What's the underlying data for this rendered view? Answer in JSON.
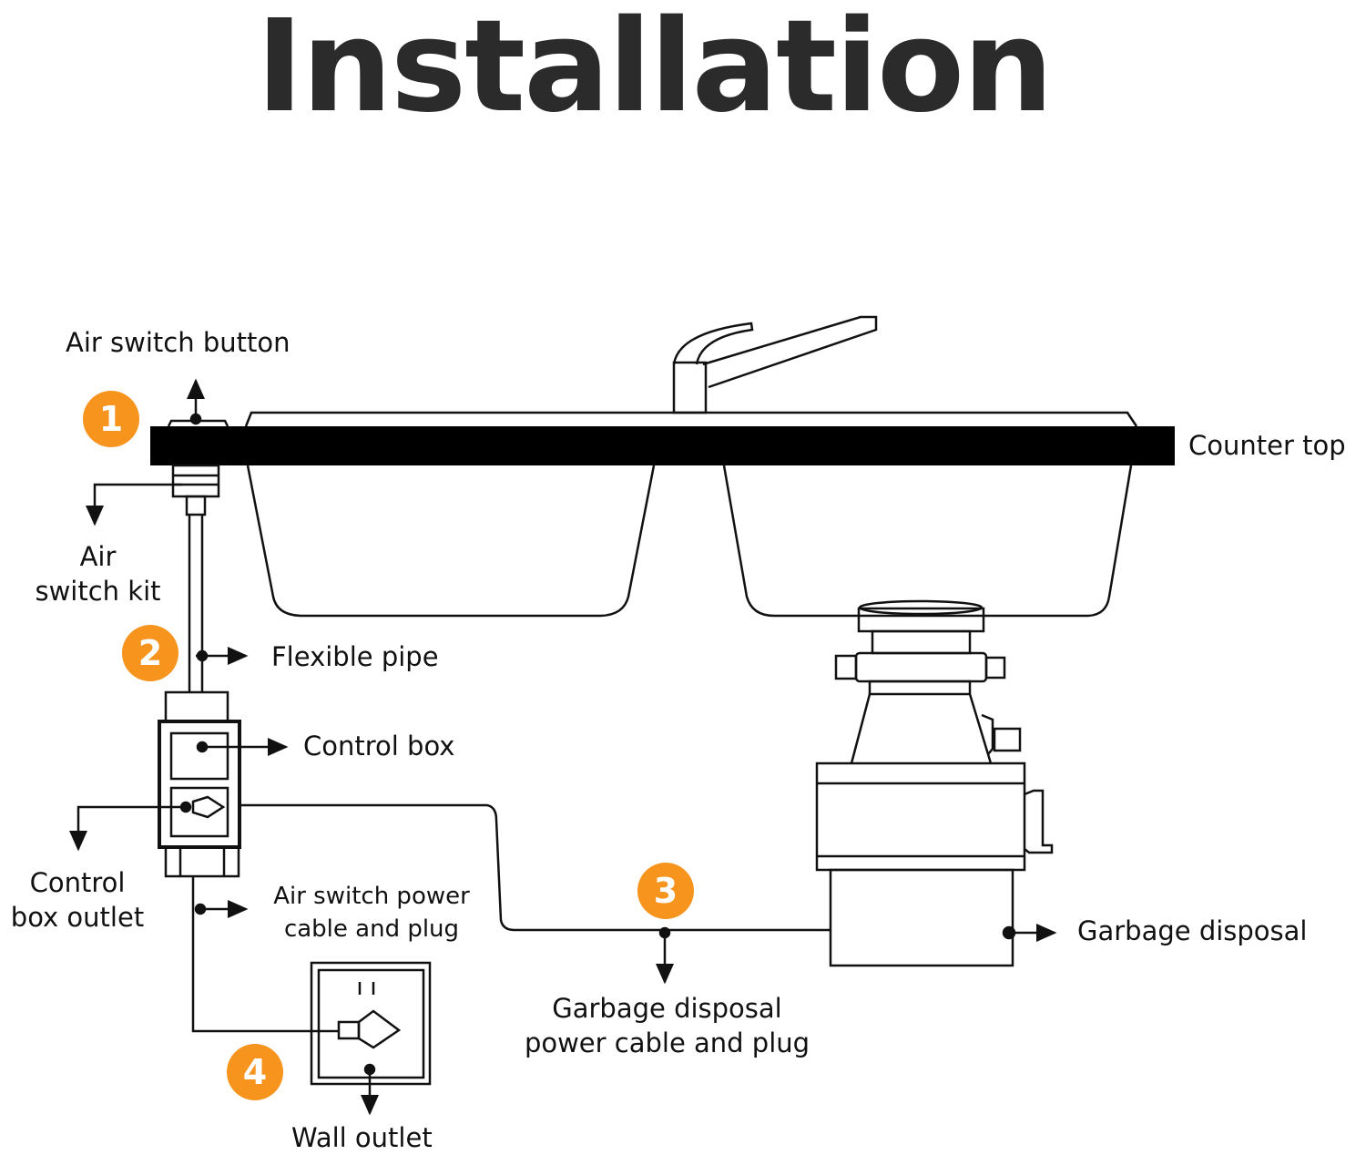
{
  "title": "Installation",
  "colors": {
    "badge": "#f7941d",
    "title": "#2b2b2b",
    "line": "#111111"
  },
  "steps": [
    "1",
    "2",
    "3",
    "4"
  ],
  "labels": {
    "air_switch_button": "Air switch button",
    "counter_top": "Counter top",
    "air_switch_kit_1": "Air",
    "air_switch_kit_2": "switch kit",
    "flexible_pipe": "Flexible pipe",
    "control_box": "Control box",
    "control_box_outlet_1": "Control",
    "control_box_outlet_2": "box outlet",
    "air_switch_power_1": "Air switch power",
    "air_switch_power_2": "cable and plug",
    "garbage_disposal": "Garbage disposal",
    "gd_power_1": "Garbage disposal",
    "gd_power_2": "power cable and plug",
    "wall_outlet": "Wall outlet"
  }
}
